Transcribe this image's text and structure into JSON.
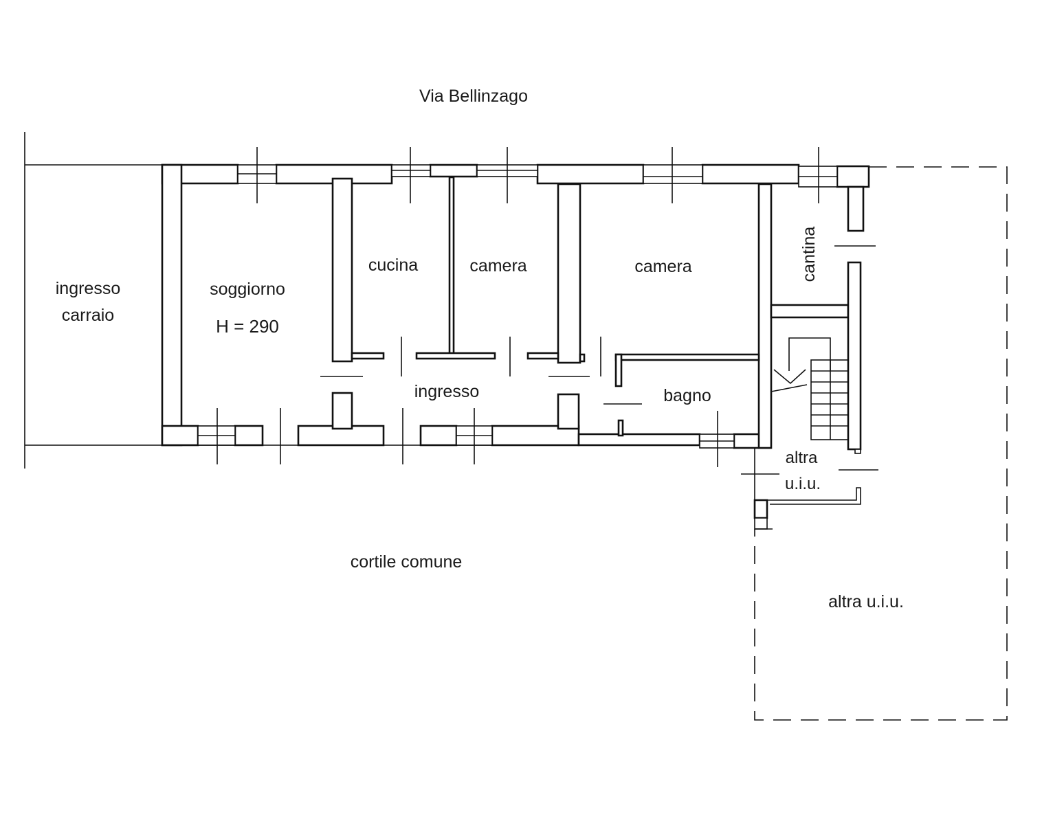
{
  "street": "Via Bellinzago",
  "rooms": {
    "ingresso_carraio_line1": "ingresso",
    "ingresso_carraio_line2": "carraio",
    "soggiorno": "soggiorno",
    "height": "H = 290",
    "cucina": "cucina",
    "camera_1": "camera",
    "camera_2": "camera",
    "cantina": "cantina",
    "ingresso": "ingresso",
    "bagno": "bagno",
    "altra_uiu_small_line1": "altra",
    "altra_uiu_small_line2": "u.i.u.",
    "cortile": "cortile comune",
    "altra_uiu_large": "altra u.i.u."
  }
}
